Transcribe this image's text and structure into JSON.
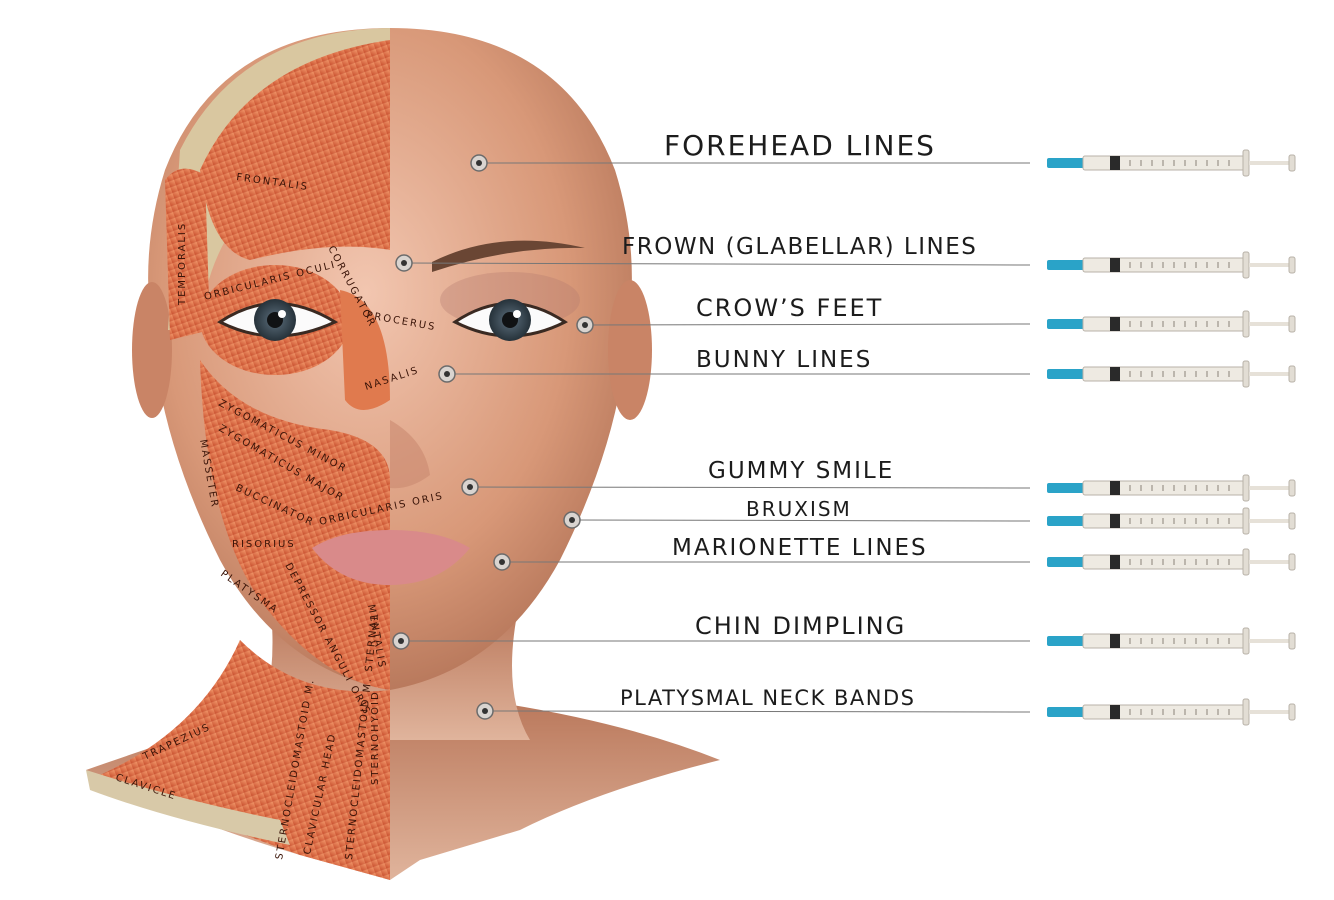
{
  "zones": [
    {
      "id": "forehead-lines",
      "label": "FOREHEAD LINES"
    },
    {
      "id": "frown-lines",
      "label": "FROWN (GLABELLAR) LINES"
    },
    {
      "id": "crows-feet",
      "label": "CROW’S FEET"
    },
    {
      "id": "bunny-lines",
      "label": "BUNNY LINES"
    },
    {
      "id": "gummy-smile",
      "label": "GUMMY SMILE"
    },
    {
      "id": "bruxism",
      "label": "BRUXISM"
    },
    {
      "id": "marionette-lines",
      "label": "MARIONETTE LINES"
    },
    {
      "id": "chin-dimpling",
      "label": "CHIN DIMPLING"
    },
    {
      "id": "platysmal-neck-bands",
      "label": "PLATYSMAL NECK BANDS"
    }
  ],
  "muscles": {
    "frontalis": "FRONTALIS",
    "temporalis": "TEMPORALIS",
    "orbicularis_oculi": "ORBICULARIS OCULI",
    "corrugator": "CORRUGATOR",
    "procerus": "PROCERUS",
    "nasalis": "NASALIS",
    "zygomaticus_major": "ZYGOMATICUS MAJOR",
    "zygomaticus_minor": "ZYGOMATICUS MINOR",
    "masseter": "MASSETER",
    "buccinator": "BUCCINATOR",
    "orbicularis_oris": "ORBICULARIS ORIS",
    "risorius": "RISORIUS",
    "platysma": "PLATYSMA",
    "depressor_anguli_oris": "DEPRESSOR ANGULI ORIS",
    "mentalis": "MENTALIS",
    "trapezius": "TRAPEZIUS",
    "clavicle": "CLAVICLE",
    "sternocleidomastoid": "STERNOCLEIDOMASTOID M.",
    "clavicular_head": "CLAVICULAR HEAD",
    "sternal": "STERNOCLEIDOMASTOID M. STERNAL",
    "sternohyoid": "STERNOHYOID"
  },
  "colors": {
    "skin_light": "#e8b49a",
    "skin_mid": "#cf8e6e",
    "skin_dark": "#a8694e",
    "muscle_light": "#f08a5d",
    "muscle_dark": "#c7482a",
    "needle_hub": "#2aa3c8",
    "syringe_body": "#eeeae2",
    "pointer": "#777777"
  }
}
